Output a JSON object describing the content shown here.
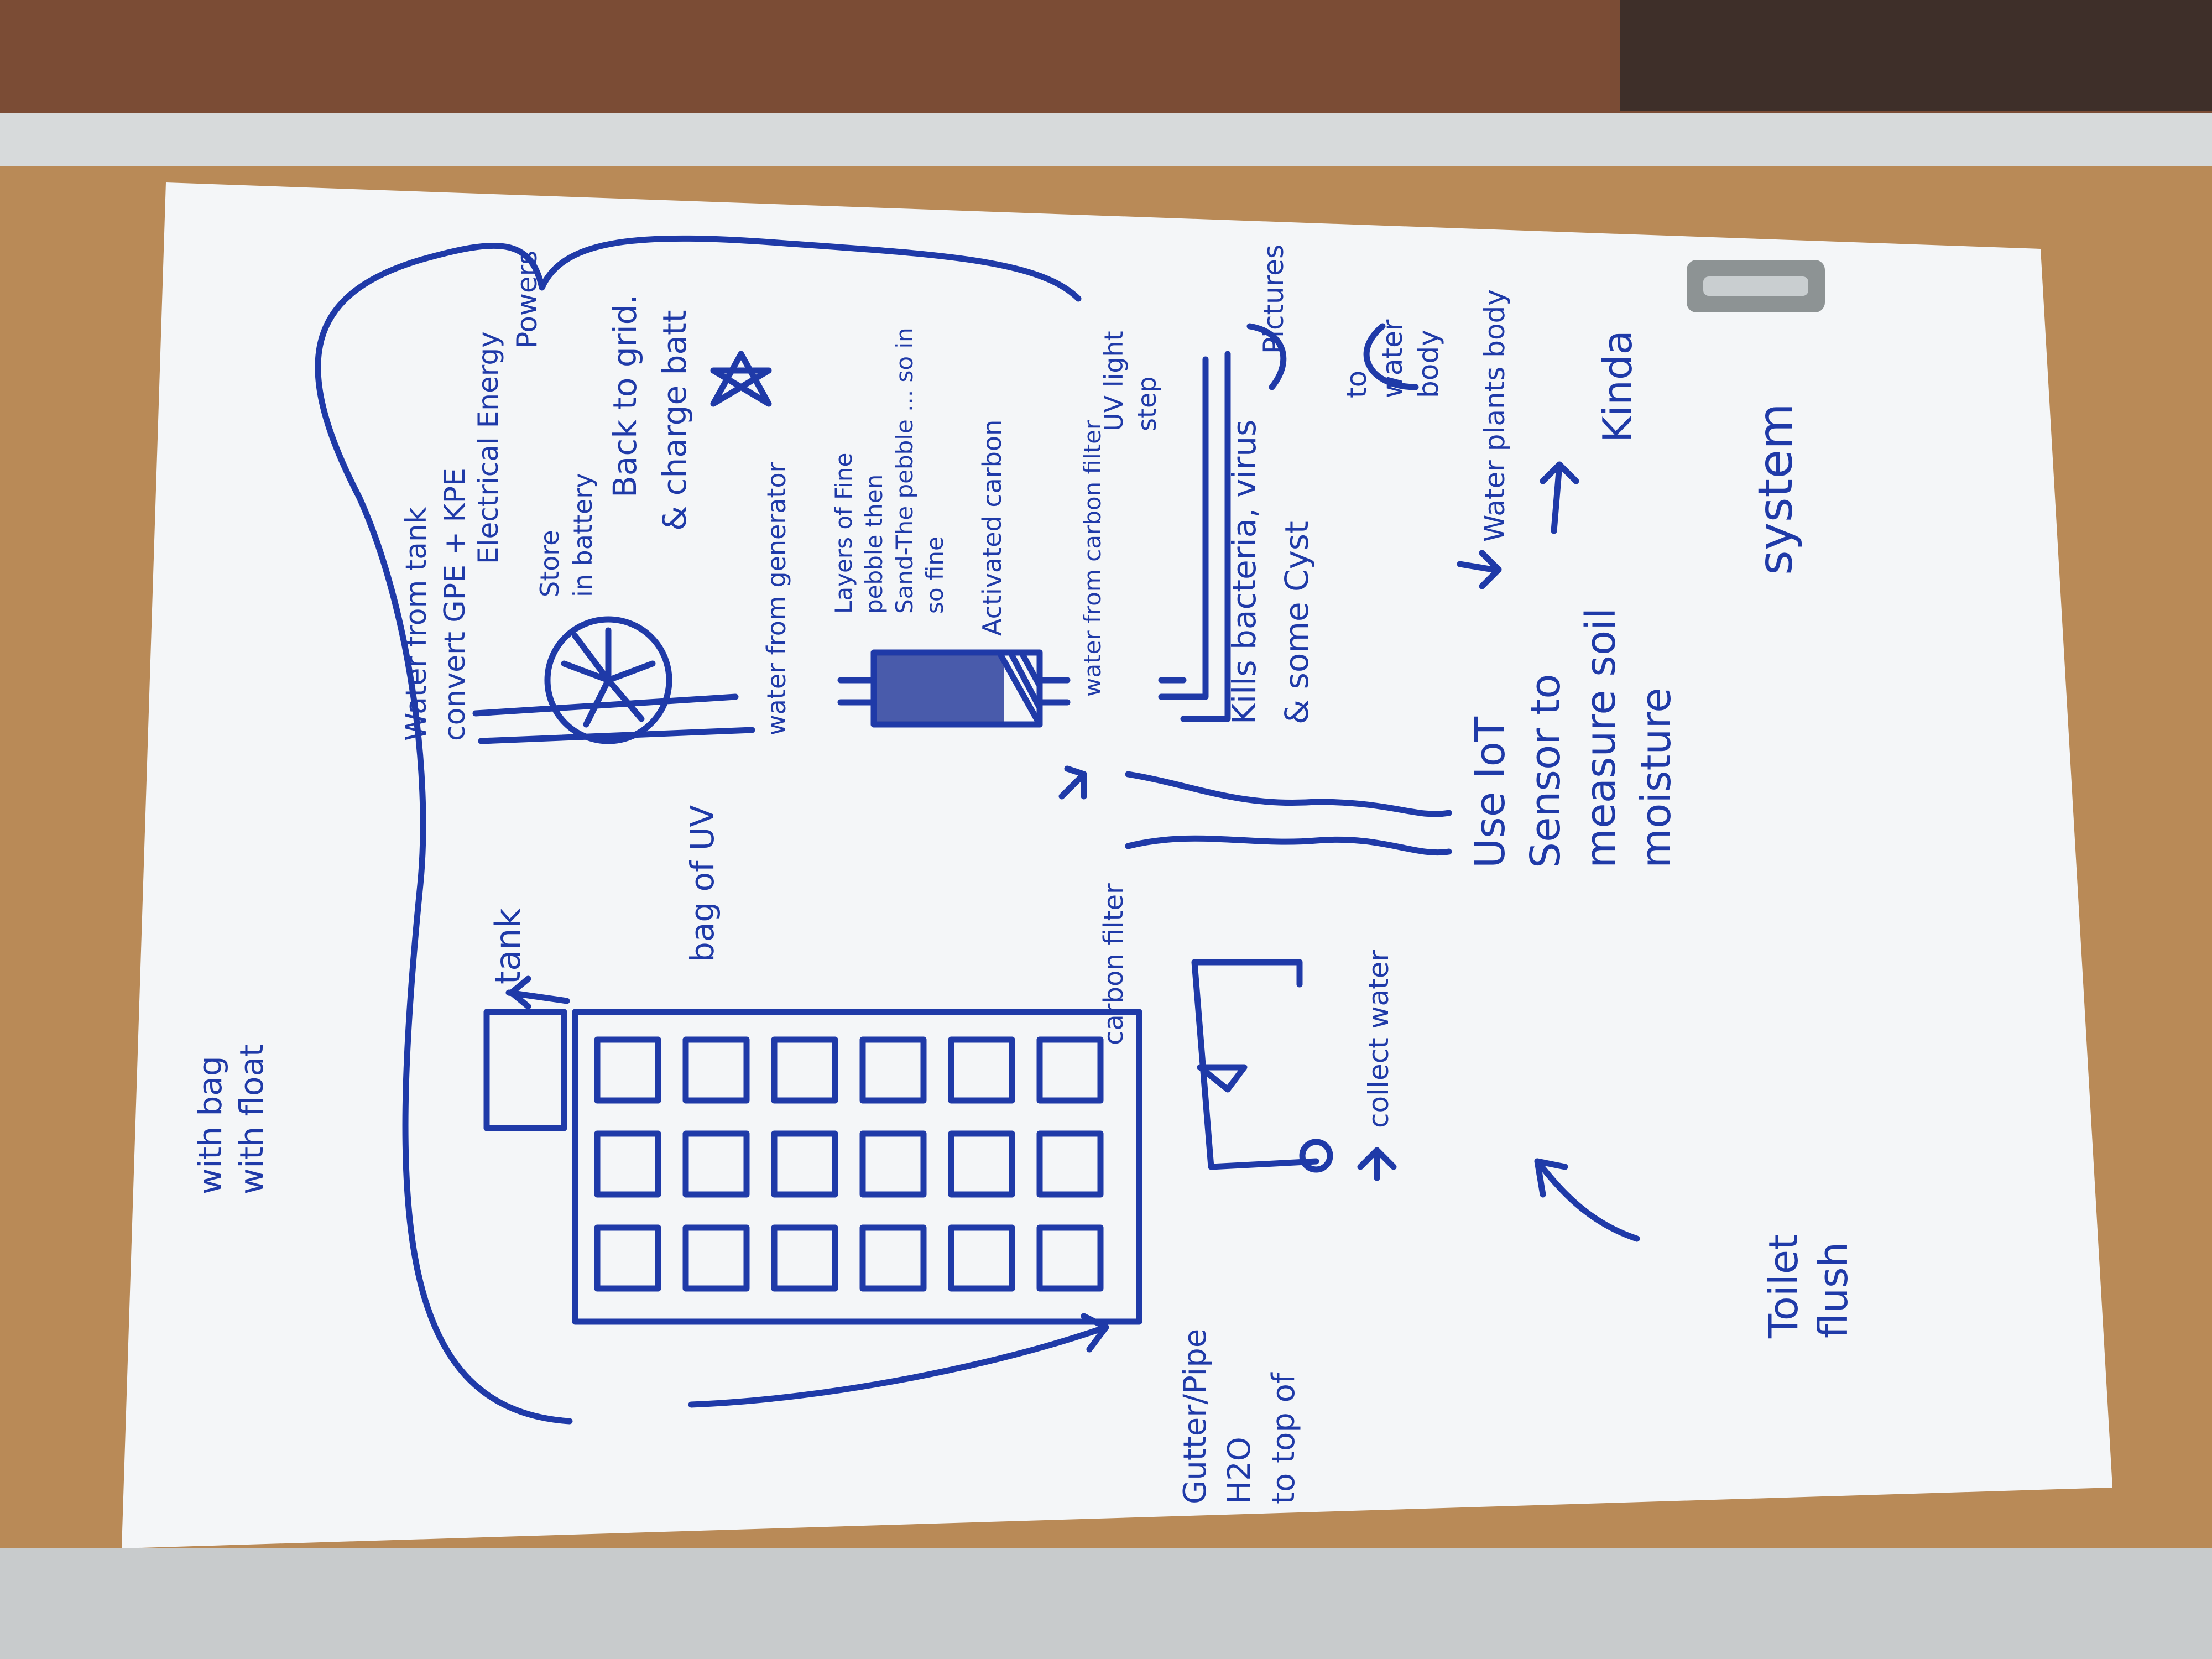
{
  "photo": {
    "colors": {
      "ink": "#1f3aa8",
      "whiteboard": "#f4f6f8",
      "cork": "#b98a57",
      "frame": "#d8dbdc",
      "wall_top": "#7c4a33"
    }
  },
  "whiteboard": {
    "notes": {
      "flush_note": [
        "Toilet",
        "flush"
      ],
      "tank_label": "tank",
      "tank_note": [
        "with bag",
        "with float"
      ],
      "bag_note": "bag of UV",
      "carbon_filter_label": "carbon filter",
      "gutter_note": [
        "Gutter/Pipe",
        "H2O",
        "to top of"
      ],
      "water_from_tank": [
        "Water from tank",
        "convert GPE + KPE"
      ],
      "electrical_energy": "Electrical Energy",
      "powers": "Powers",
      "store_battery": [
        "Store",
        "in battery"
      ],
      "back_to_grid": "Back to grid.",
      "charge_battery": "& charge batt",
      "water_from_generator": "water from generator",
      "layers_pebble": [
        "Layers of Fine",
        "pebble then",
        "Sand-The pebble ... so in",
        "so fine"
      ],
      "activated_carbon": "Activated carbon",
      "water_from_carbon_filter": "water from carbon filter",
      "uv_light_step": [
        "UV light",
        "step"
      ],
      "kills_bacteria": [
        "Kills bacteria, virus",
        "& some Cyst"
      ],
      "pictures": "Pictures",
      "to_water_body": [
        "to",
        "water",
        "body"
      ],
      "collect_water": "collect water",
      "use_iot": [
        "Use IoT",
        "Sensor to",
        "measure soil",
        "moisture"
      ],
      "water_plant_body": "Water plants body",
      "kinda": "Kinda",
      "system": "system"
    }
  }
}
